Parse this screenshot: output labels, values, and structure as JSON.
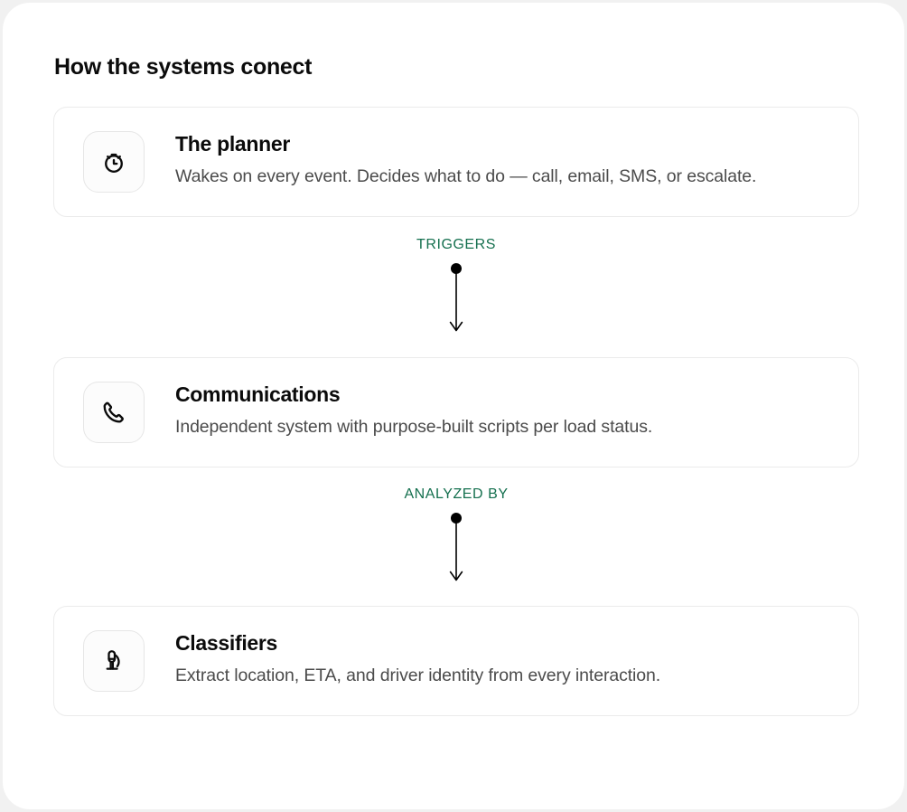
{
  "panel": {
    "title": "How the systems conect"
  },
  "colors": {
    "accent_green": "#15704f",
    "title_black": "#0b0b0b",
    "body_gray": "#4b4b4b",
    "card_border": "#ebebeb",
    "page_background": "#f1f1f1",
    "panel_background": "#ffffff"
  },
  "flow": {
    "steps": [
      {
        "icon": "stopwatch-icon",
        "title": "The planner",
        "description": "Wakes on every event. Decides what to do — call, email, SMS, or escalate."
      },
      {
        "icon": "phone-icon",
        "title": "Communications",
        "description": "Independent system with purpose-built scripts per load status."
      },
      {
        "icon": "microscope-icon",
        "title": "Classifiers",
        "description": "Extract location, ETA, and driver identity from every interaction."
      }
    ],
    "connectors": [
      {
        "label": "TRIGGERS"
      },
      {
        "label": "ANALYZED BY"
      }
    ]
  }
}
